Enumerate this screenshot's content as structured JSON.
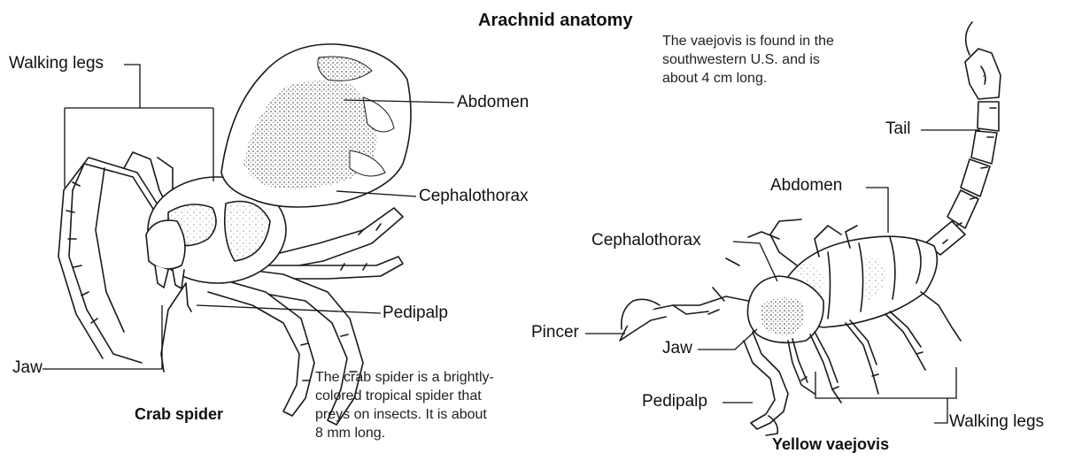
{
  "title": "Arachnid anatomy",
  "crab_spider": {
    "name": "Crab spider",
    "labels": {
      "walking_legs": "Walking legs",
      "abdomen": "Abdomen",
      "cephalothorax": "Cephalothorax",
      "pedipalp": "Pedipalp",
      "jaw": "Jaw"
    },
    "description": [
      "The crab spider is a brightly-",
      "colored tropical spider that",
      "preys on insects. It is about",
      "8 mm long."
    ]
  },
  "vaejovis": {
    "name": "Yellow vaejovis",
    "labels": {
      "tail": "Tail",
      "abdomen": "Abdomen",
      "cephalothorax": "Cephalothorax",
      "pincer": "Pincer",
      "jaw": "Jaw",
      "pedipalp": "Pedipalp",
      "walking_legs": "Walking legs"
    },
    "description": [
      "The vaejovis is found in the",
      "southwestern U.S. and is",
      "about 4 cm long."
    ]
  }
}
